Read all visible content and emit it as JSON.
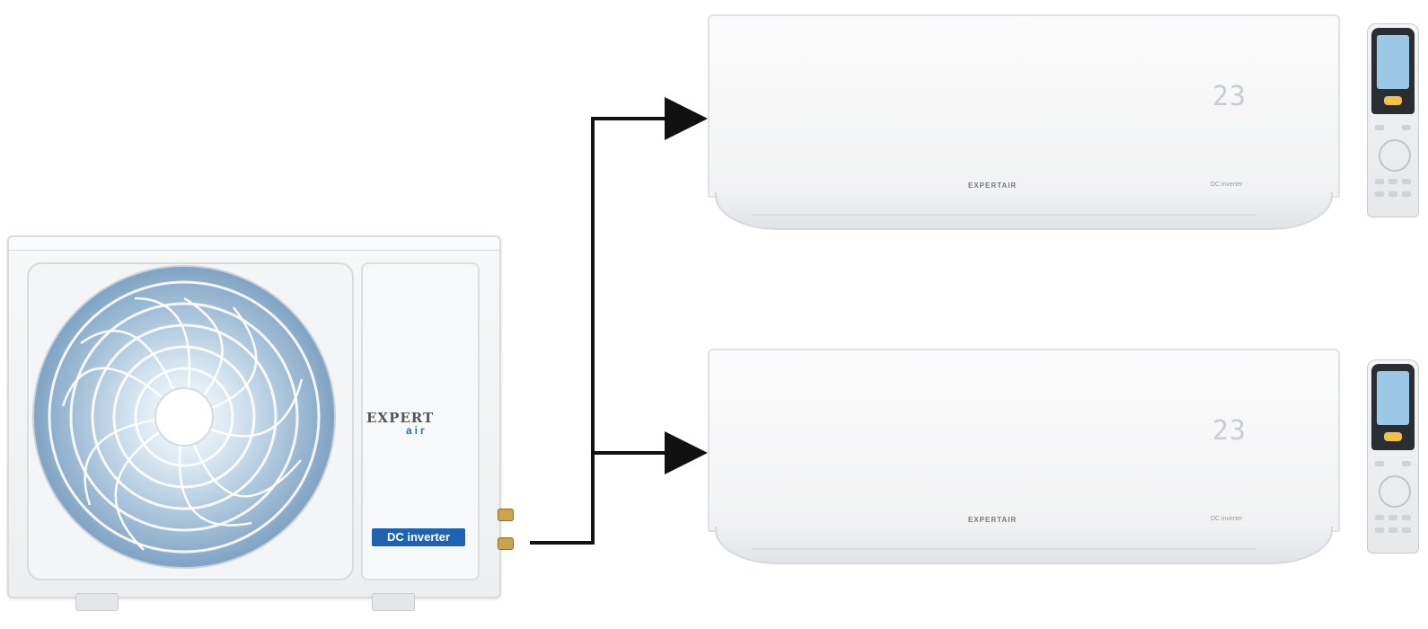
{
  "outdoor_unit": {
    "brand_top": "EXPERT",
    "brand_bottom": "air",
    "badge": "DC inverter"
  },
  "indoor_units": [
    {
      "display": "23",
      "brand": "EXPERTAIR",
      "inverter": "DC inverter"
    },
    {
      "display": "23",
      "brand": "EXPERTAIR",
      "inverter": "DC inverter"
    }
  ],
  "colors": {
    "badge": "#1e63b3",
    "arrow": "#111111",
    "remote_screen": "#9cc7e6"
  },
  "icons": [
    "fan-icon",
    "arrow-right-icon",
    "remote-control-icon"
  ]
}
